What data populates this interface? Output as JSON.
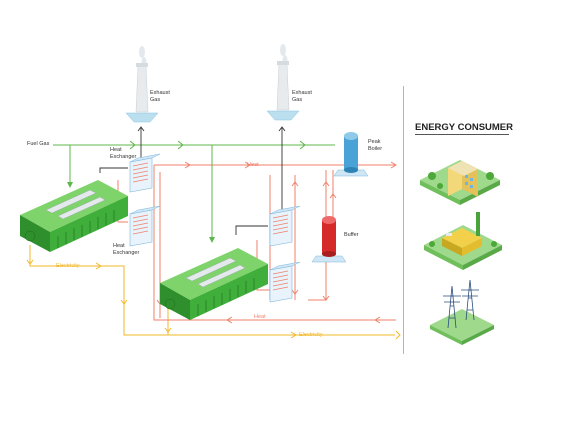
{
  "labels": {
    "exhaust_gas_1": "Exhaust\nGas",
    "exhaust_gas_2": "Exhaust\nGas",
    "fuel_gas": "Fuel Gas",
    "heat_exchanger_top": "Heat\nExchanger",
    "heat_exchanger_bottom": "Heat\nExchanger",
    "peak_boiler": "Peak\nBoiler",
    "buffer": "Buffer",
    "heat_top": "Heat",
    "heat_bottom": "Heat",
    "electricity_1": "Electricity",
    "electricity_2": "Electricity"
  },
  "consumer_panel": {
    "title": "ENERGY CONSUMER",
    "icons": [
      "office-building-icon",
      "factory-icon",
      "power-transmission-tower-icon"
    ]
  },
  "colors": {
    "fuel_gas_line": "#5cb84a",
    "heat_line": "#f0806b",
    "electricity_line": "#f2b829",
    "exhaust_line": "#333333",
    "engine_green": "#3fae3a",
    "boiler_blue": "#4aa3d6",
    "buffer_red": "#d62a2a"
  }
}
